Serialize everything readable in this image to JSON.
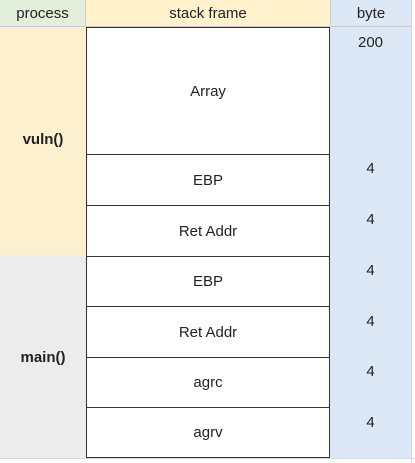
{
  "headers": {
    "process": "process",
    "stack_frame": "stack frame",
    "byte": "byte"
  },
  "processes": {
    "vuln": "vuln()",
    "main": "main()"
  },
  "frames": [
    "Array",
    "EBP",
    "Ret Addr",
    "EBP",
    "Ret Addr",
    "agrc",
    "agrv"
  ],
  "bytes": [
    "200",
    "4",
    "4",
    "4",
    "4",
    "4",
    "4"
  ],
  "colors": {
    "process_header": "#e2efda",
    "stack_header": "#fff2cc",
    "byte_column": "#dce8f5",
    "vuln_section": "#fcf0cf",
    "main_section": "#ececec"
  }
}
